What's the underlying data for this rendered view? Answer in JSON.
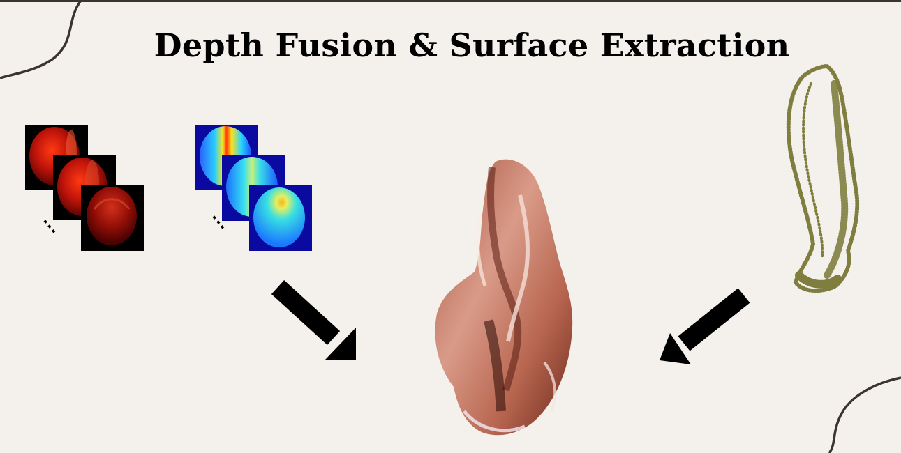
{
  "title": "Depth Fusion & Surface Extraction",
  "colors": {
    "background": "#f4f1ec",
    "border": "#3a3330",
    "arrow": "#000000",
    "point_cloud": "#6b6a22",
    "frame_bg_rgb": "#000000",
    "frame_bg_depth": "#0a0aa0"
  },
  "stacks": [
    {
      "name": "rgb-frames",
      "frame_count_shown": 3,
      "ellipsis": "⋮"
    },
    {
      "name": "depth-maps",
      "frame_count_shown": 3,
      "ellipsis": "⋮"
    }
  ]
}
